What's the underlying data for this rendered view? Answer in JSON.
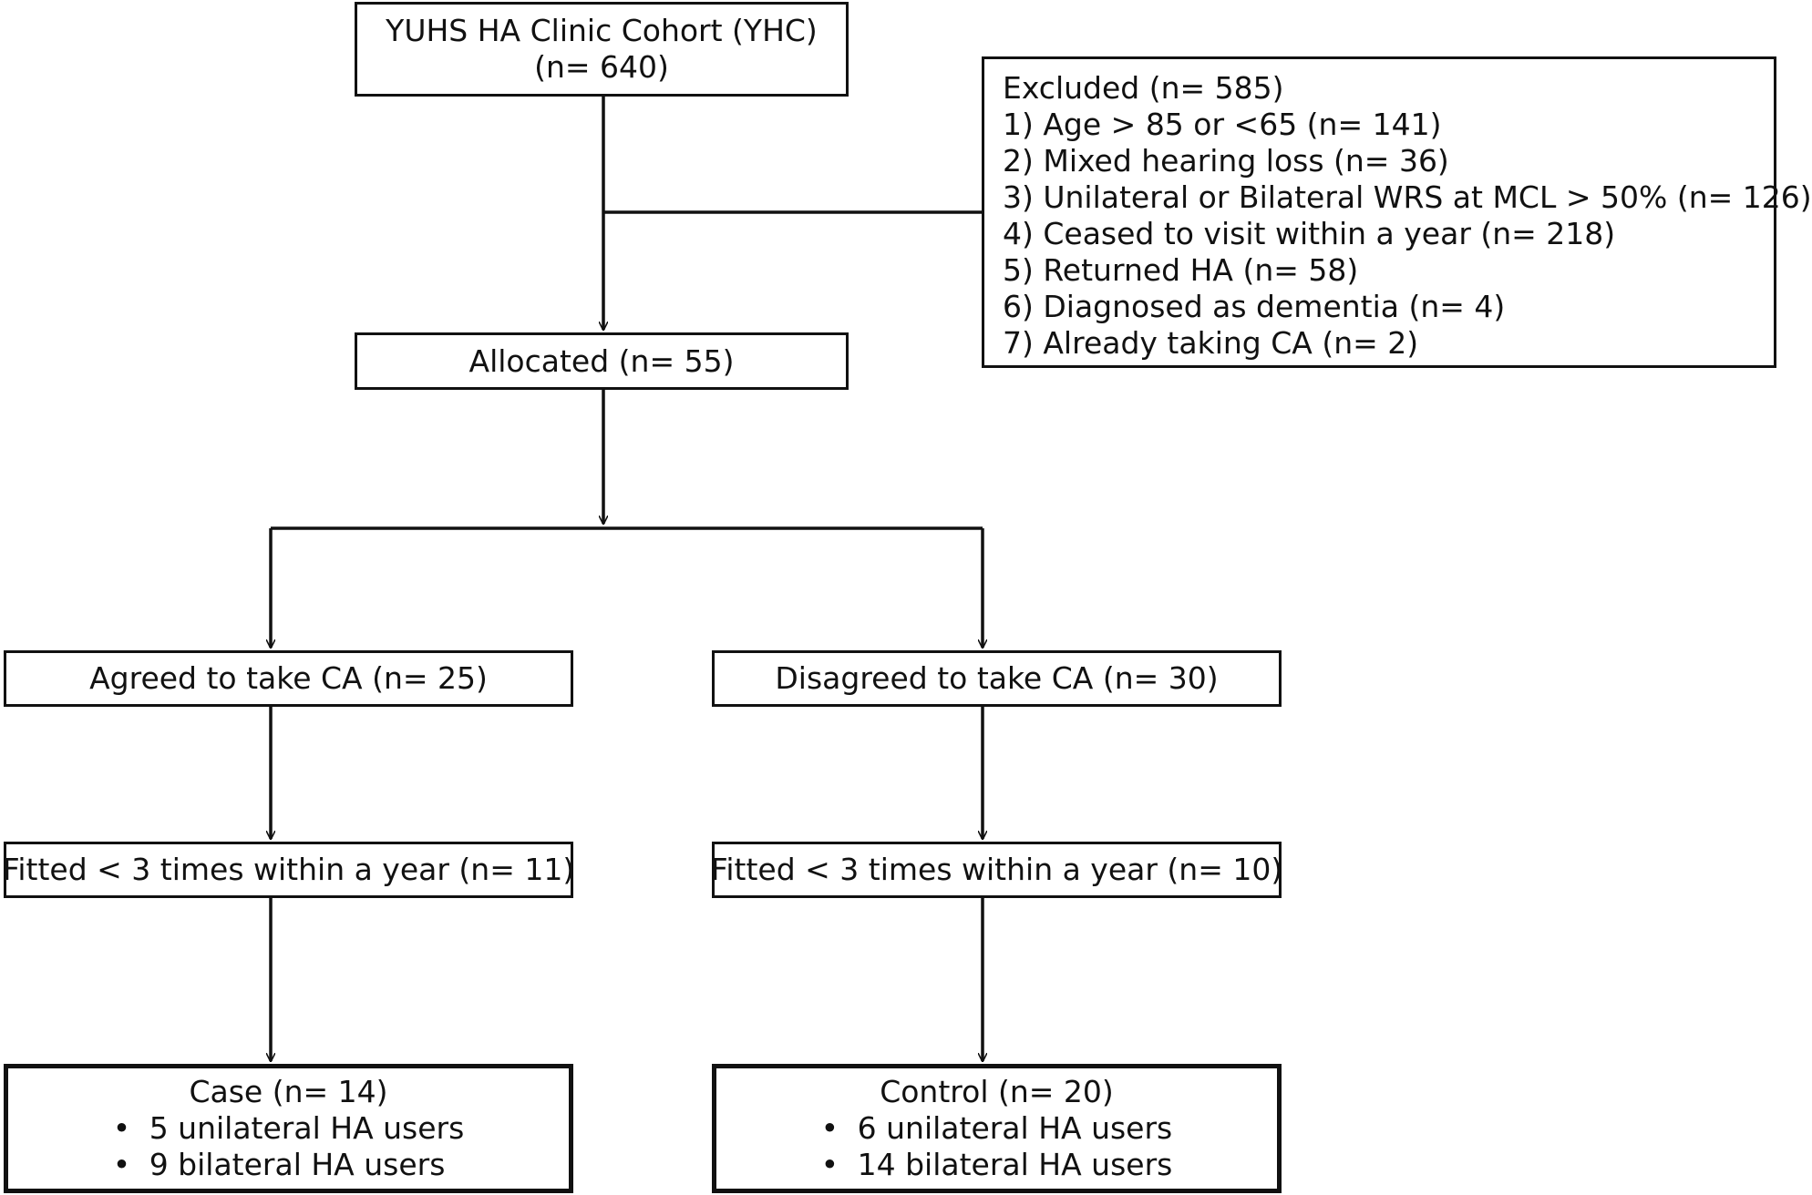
{
  "cohort": {
    "line1": "YUHS HA Clinic Cohort (YHC)",
    "line2": "(n= 640)"
  },
  "excluded": {
    "title": "Excluded (n= 585)",
    "items": [
      "1) Age > 85 or <65 (n= 141)",
      "2) Mixed hearing loss (n= 36)",
      "3) Unilateral or Bilateral WRS at MCL > 50% (n= 126)",
      "4) Ceased to visit within a year (n= 218)",
      "5) Returned HA (n= 58)",
      "6) Diagnosed as dementia (n= 4)",
      "7) Already taking CA (n= 2)"
    ]
  },
  "allocated": "Allocated (n= 55)",
  "agreed": "Agreed to take CA (n= 25)",
  "disagreed": "Disagreed to take CA (n= 30)",
  "fitted_left": "Fitted < 3 times within a year (n= 11)",
  "fitted_right": "Fitted < 3 times within a year (n= 10)",
  "case": {
    "title": "Case (n= 14)",
    "bullets": [
      "5 unilateral HA users",
      "9 bilateral HA users"
    ]
  },
  "control": {
    "title": "Control (n= 20)",
    "bullets": [
      "6 unilateral HA users",
      "14 bilateral HA users"
    ]
  },
  "bullet_symbol": "•"
}
